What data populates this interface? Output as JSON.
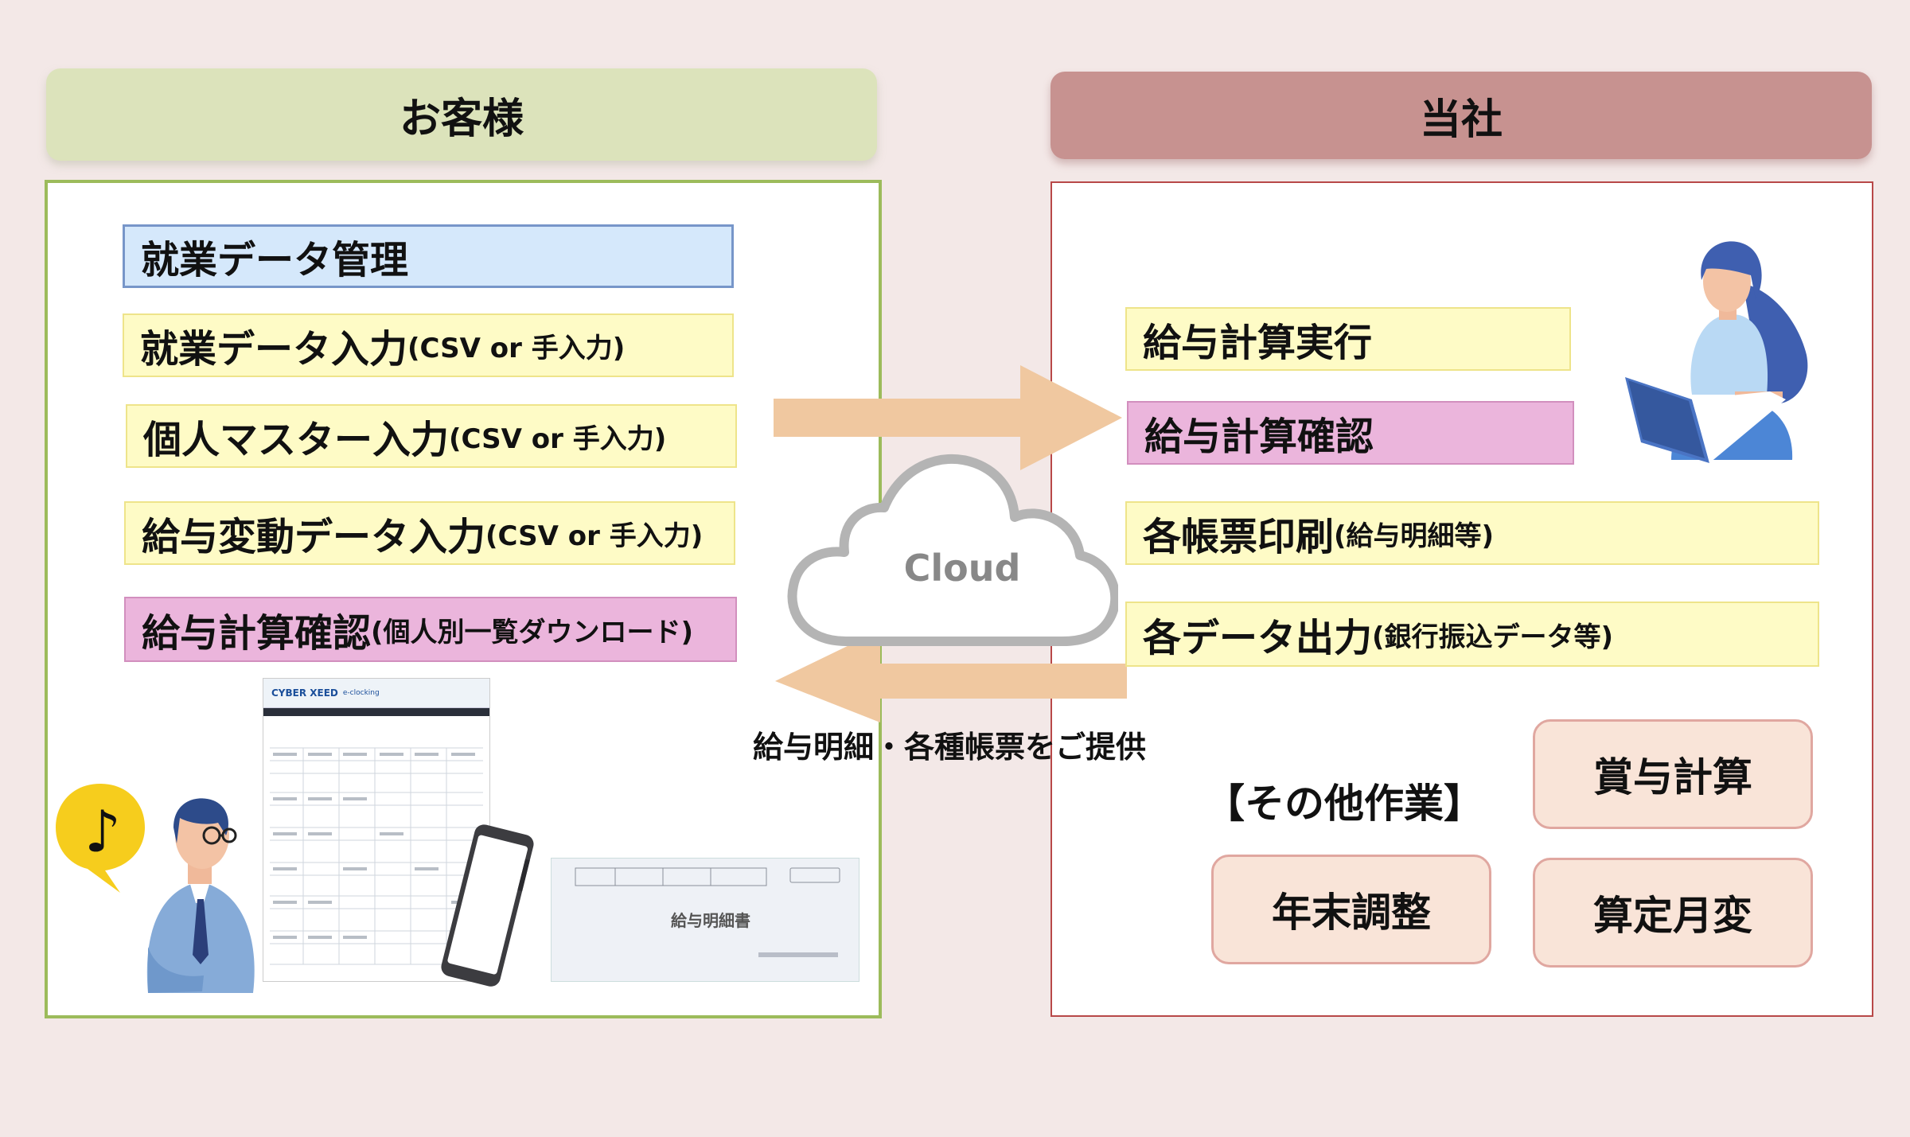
{
  "customer": {
    "header": "お客様",
    "items": [
      {
        "main": "就業データ管理",
        "sub": ""
      },
      {
        "main": "就業データ入力",
        "sub": "(CSV or 手入力)"
      },
      {
        "main": "個人マスター入力",
        "sub": "(CSV or 手入力)"
      },
      {
        "main": "給与変動データ入力",
        "sub": "(CSV or 手入力)"
      },
      {
        "main": "給与計算確認",
        "sub": "(個人別一覧ダウンロード)"
      }
    ],
    "app_brand": "CYBER XEED",
    "app_sub": "e-clocking",
    "payslip_title": "給与明細書"
  },
  "company": {
    "header": "当社",
    "items": [
      {
        "main": "給与計算実行",
        "sub": ""
      },
      {
        "main": "給与計算確認",
        "sub": ""
      },
      {
        "main": "各帳票印刷",
        "sub": "(給与明細等)"
      },
      {
        "main": "各データ出力",
        "sub": "(銀行振込データ等)"
      }
    ],
    "other_label": "【その他作業】",
    "other_tasks": [
      "賞与計算",
      "年末調整",
      "算定月変"
    ]
  },
  "cloud": {
    "label": "Cloud"
  },
  "return_caption": "給与明細・各種帳票をご提供",
  "colors": {
    "background": "#f3e8e7",
    "customer_header": "#dce3bb",
    "company_header": "#c79290",
    "customer_border": "#9cbb5b",
    "company_border": "#b84848",
    "yellow_box": "#fefbc6",
    "blue_box": "#d5e8fb",
    "pink_box": "#ebb5dc",
    "task_pill": "#f9e4d8",
    "arrow": "#f0c8a0"
  },
  "icons": [
    "music-note-bubble-icon",
    "man-figure-icon",
    "smartphone-icon",
    "woman-with-laptop-icon",
    "cloud-icon",
    "arrow-right-icon",
    "arrow-left-icon"
  ]
}
